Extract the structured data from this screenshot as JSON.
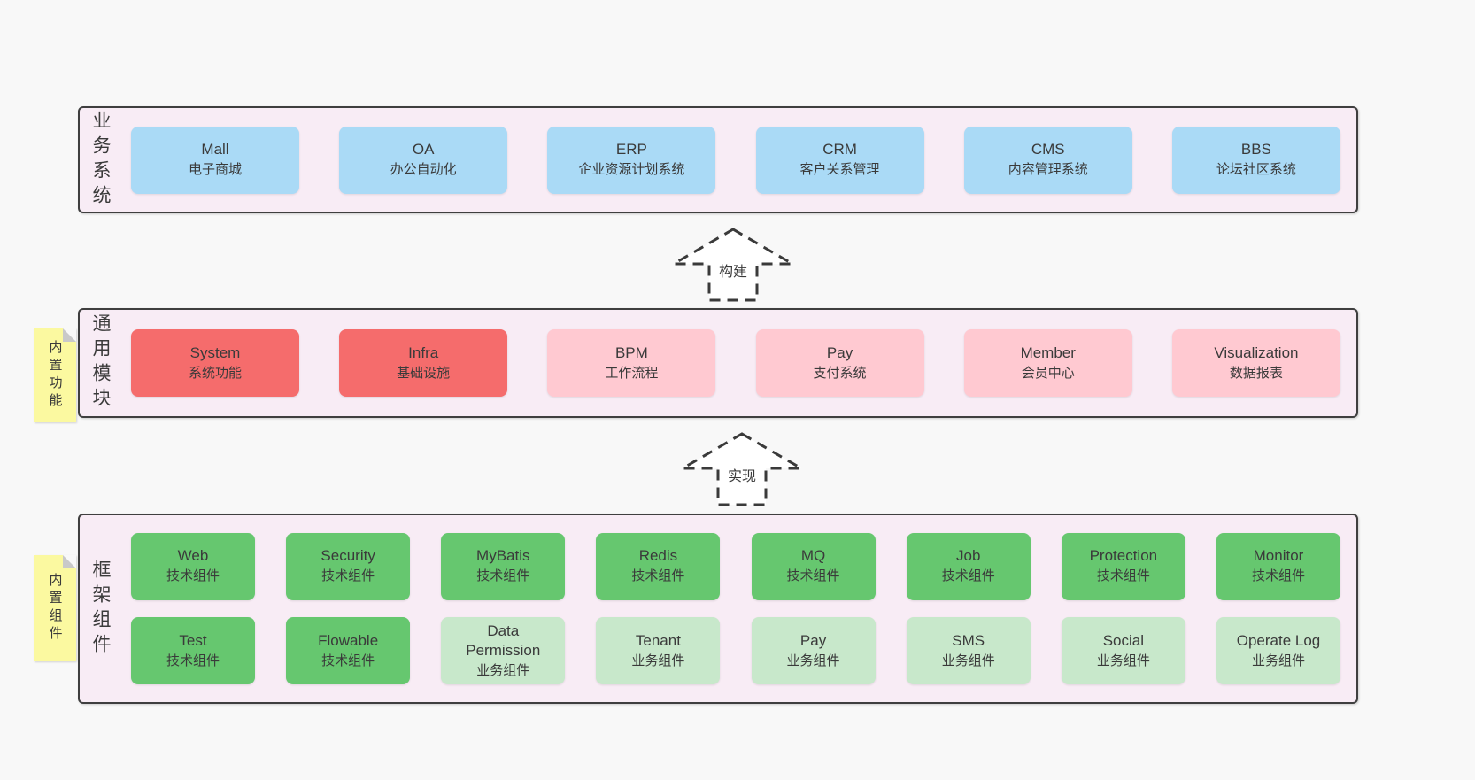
{
  "page": {
    "background": "#f8f8f8"
  },
  "colors": {
    "layer_background": "#f8ecf5",
    "layer_border": "#3f3f3f",
    "blue_box": "#aadaf6",
    "red_box": "#f56c6c",
    "pink_box": "#ffc9d1",
    "green_box": "#66c76f",
    "light_green_box": "#c8e8cb",
    "note_yellow": "#fbf9a0",
    "note_fold_gray": "#c9c9c9",
    "text": "#3a3a3a"
  },
  "arrows": {
    "build": "构建",
    "implement": "实现"
  },
  "notes": {
    "functions": "内置功能",
    "components": "内置组件"
  },
  "layers": {
    "business": {
      "label": "业务系统",
      "boxes": [
        {
          "title": "Mall",
          "subtitle": "电子商城"
        },
        {
          "title": "OA",
          "subtitle": "办公自动化"
        },
        {
          "title": "ERP",
          "subtitle": "企业资源计划系统"
        },
        {
          "title": "CRM",
          "subtitle": "客户关系管理"
        },
        {
          "title": "CMS",
          "subtitle": "内容管理系统"
        },
        {
          "title": "BBS",
          "subtitle": "论坛社区系统"
        }
      ]
    },
    "modules": {
      "label": "通用模块",
      "boxes": [
        {
          "title": "System",
          "subtitle": "系统功能",
          "variant": "red"
        },
        {
          "title": "Infra",
          "subtitle": "基础设施",
          "variant": "red"
        },
        {
          "title": "BPM",
          "subtitle": "工作流程",
          "variant": "pink"
        },
        {
          "title": "Pay",
          "subtitle": "支付系统",
          "variant": "pink"
        },
        {
          "title": "Member",
          "subtitle": "会员中心",
          "variant": "pink"
        },
        {
          "title": "Visualization",
          "subtitle": "数据报表",
          "variant": "pink"
        }
      ]
    },
    "components": {
      "label": "框架组件",
      "row1": [
        {
          "title": "Web",
          "subtitle": "技术组件"
        },
        {
          "title": "Security",
          "subtitle": "技术组件"
        },
        {
          "title": "MyBatis",
          "subtitle": "技术组件"
        },
        {
          "title": "Redis",
          "subtitle": "技术组件"
        },
        {
          "title": "MQ",
          "subtitle": "技术组件"
        },
        {
          "title": "Job",
          "subtitle": "技术组件"
        },
        {
          "title": "Protection",
          "subtitle": "技术组件"
        },
        {
          "title": "Monitor",
          "subtitle": "技术组件"
        }
      ],
      "row2": [
        {
          "title": "Test",
          "subtitle": "技术组件",
          "variant": "green"
        },
        {
          "title": "Flowable",
          "subtitle": "技术组件",
          "variant": "green"
        },
        {
          "title": "Data\nPermission",
          "subtitle": "业务组件",
          "variant": "lightgreen"
        },
        {
          "title": "Tenant",
          "subtitle": "业务组件",
          "variant": "lightgreen"
        },
        {
          "title": "Pay",
          "subtitle": "业务组件",
          "variant": "lightgreen"
        },
        {
          "title": "SMS",
          "subtitle": "业务组件",
          "variant": "lightgreen"
        },
        {
          "title": "Social",
          "subtitle": "业务组件",
          "variant": "lightgreen"
        },
        {
          "title": "Operate Log",
          "subtitle": "业务组件",
          "variant": "lightgreen"
        }
      ]
    }
  }
}
